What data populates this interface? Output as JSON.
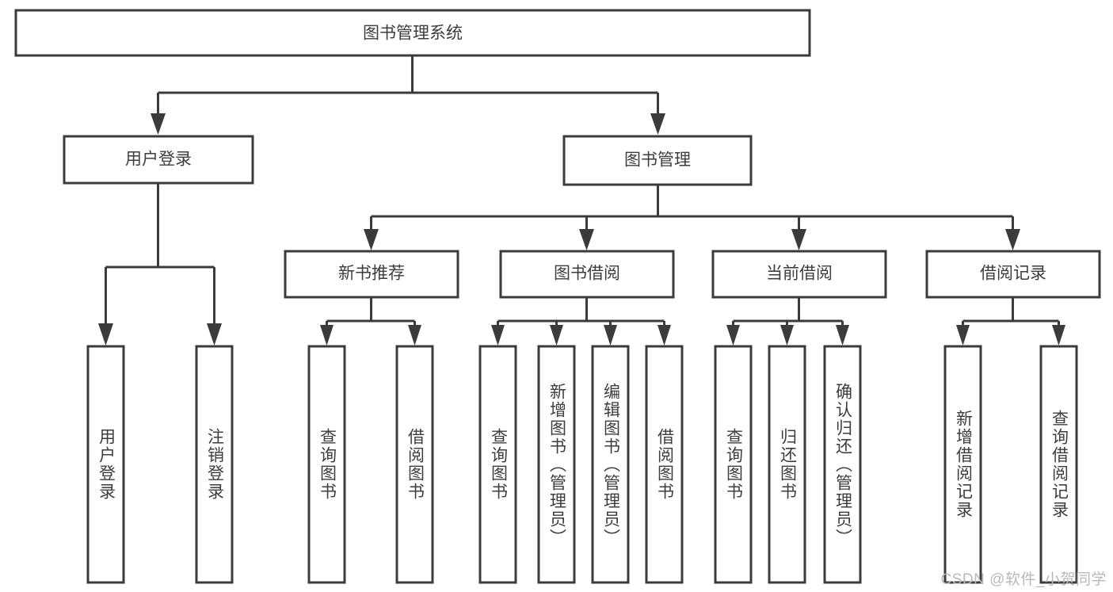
{
  "diagram": {
    "title": "图书管理系统",
    "type": "tree",
    "background_color": "#ffffff",
    "line_color": "#3b3b3b",
    "text_color": "#3d3d3d",
    "watermark": "CSDN @软件_小贺同学",
    "root": {
      "label": "图书管理系统",
      "orientation": "horizontal"
    },
    "level2": [
      {
        "label": "用户登录",
        "orientation": "horizontal"
      },
      {
        "label": "图书管理",
        "orientation": "horizontal"
      }
    ],
    "level3": [
      {
        "label": "新书推荐",
        "orientation": "horizontal"
      },
      {
        "label": "图书借阅",
        "orientation": "horizontal"
      },
      {
        "label": "当前借阅",
        "orientation": "horizontal"
      },
      {
        "label": "借阅记录",
        "orientation": "horizontal"
      }
    ],
    "leaves": {
      "user_login": [
        {
          "label": "用户登录",
          "orientation": "vertical"
        },
        {
          "label": "注销登录",
          "orientation": "vertical"
        }
      ],
      "new_book_recommend": [
        {
          "label": "查询图书",
          "orientation": "vertical"
        },
        {
          "label": "借阅图书",
          "orientation": "vertical"
        }
      ],
      "book_borrow": [
        {
          "label": "查询图书",
          "orientation": "vertical"
        },
        {
          "label": "新增图书（管理员）",
          "orientation": "vertical"
        },
        {
          "label": "编辑图书（管理员）",
          "orientation": "vertical"
        },
        {
          "label": "借阅图书",
          "orientation": "vertical"
        }
      ],
      "current_borrow": [
        {
          "label": "查询图书",
          "orientation": "vertical"
        },
        {
          "label": "归还图书",
          "orientation": "vertical"
        },
        {
          "label": "确认归还（管理员）",
          "orientation": "vertical"
        }
      ],
      "borrow_record": [
        {
          "label": "新增借阅记录",
          "orientation": "vertical"
        },
        {
          "label": "查询借阅记录",
          "orientation": "vertical"
        }
      ]
    }
  }
}
